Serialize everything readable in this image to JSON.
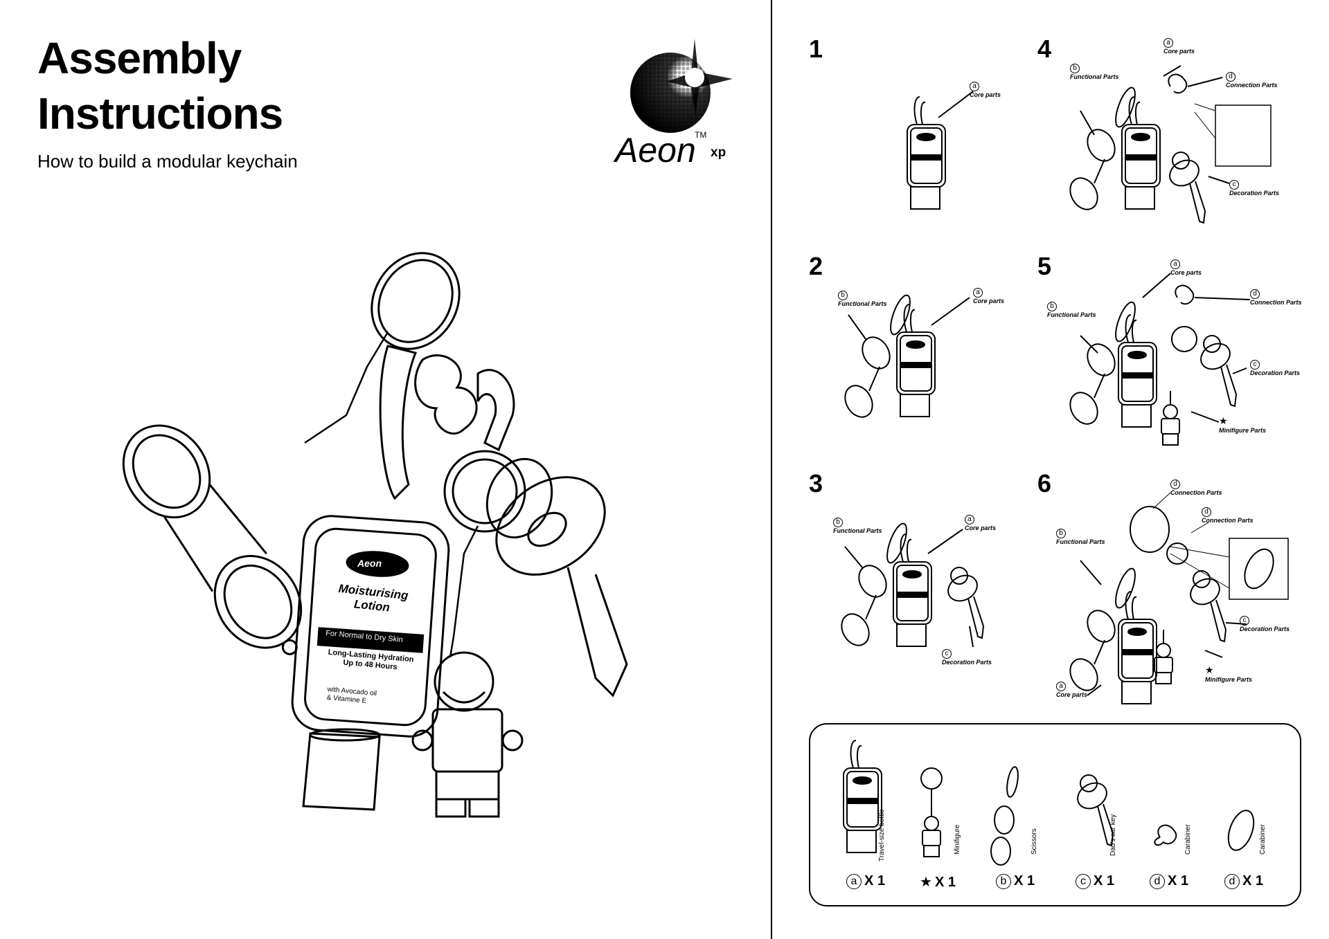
{
  "header": {
    "title_line1": "Assembly",
    "title_line2": "Instructions",
    "subtitle": "How to build a modular keychain"
  },
  "brand": {
    "name": "Aeon",
    "suffix": "xp",
    "tm": "TM"
  },
  "bottle_text": {
    "brand": "Aeon",
    "product_line1": "Moisturising",
    "product_line2": "Lotion",
    "band": "For Normal to Dry Skin",
    "claim_line1": "Long-Lasting Hydration",
    "claim_line2": "Up to 48 Hours",
    "extra_line1": "with Avocado oil",
    "extra_line2": "& Vitamine E"
  },
  "labels": {
    "core": "Core parts",
    "functional": "Functional Parts",
    "connection": "Connection Parts",
    "decoration": "Decoration Parts",
    "minifigure": "Minifigure Parts"
  },
  "markers": {
    "a": "a",
    "b": "b",
    "c": "c",
    "d": "d",
    "star": "★"
  },
  "steps": [
    "1",
    "2",
    "3",
    "4",
    "5",
    "6"
  ],
  "parts": [
    {
      "name": "Travel-size bottle",
      "marker": "a",
      "qty": "X 1"
    },
    {
      "name": "Minifigure",
      "marker": "★",
      "qty": "X 1"
    },
    {
      "name": "Scissors",
      "marker": "b",
      "qty": "X 1"
    },
    {
      "name": "Dad's car key",
      "marker": "c",
      "qty": "X 1"
    },
    {
      "name": "Carabiner",
      "marker": "d",
      "qty": "X 1"
    },
    {
      "name": "Carabiner",
      "marker": "d",
      "qty": "X 1"
    }
  ]
}
